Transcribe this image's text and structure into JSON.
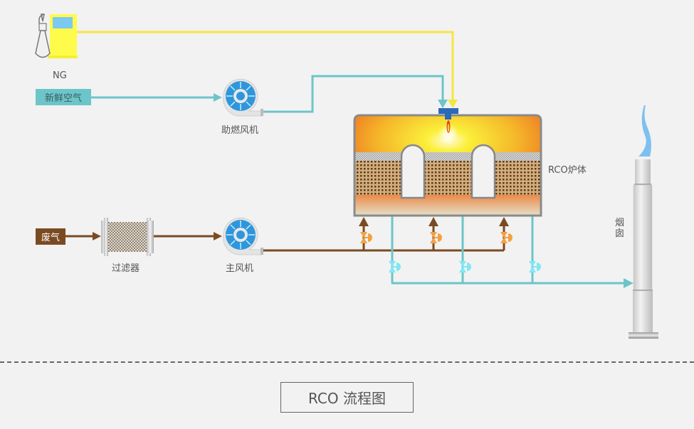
{
  "diagram": {
    "title": "RCO 流程图",
    "labels": {
      "ng": "NG",
      "fresh_air": "新鲜空气",
      "combustion_fan": "助燃风机",
      "waste_gas": "废气",
      "filter": "过滤器",
      "main_fan": "主风机",
      "rco_furnace": "RCO炉体",
      "chimney_line1": "烟",
      "chimney_line2": "囱"
    },
    "colors": {
      "background": "#f2f2f2",
      "ng_line": "#f5e642",
      "air_line": "#6cc5c9",
      "waste_line": "#7a4b22",
      "fresh_air_tag": "#6cc5c9",
      "waste_tag": "#7a4b22",
      "fan_blue": "#2e96dc",
      "burner_blue": "#2a6ab8",
      "valve_orange": "#f5a040",
      "valve_cyan": "#7fe8f5",
      "flame_blue": "#7cc0f0"
    }
  }
}
